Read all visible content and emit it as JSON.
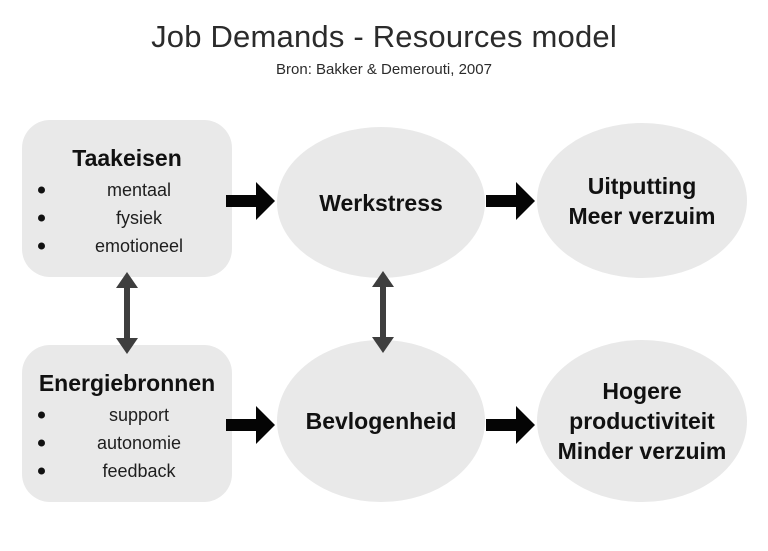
{
  "title": "Job Demands - Resources model",
  "subtitle": "Bron: Bakker & Demerouti, 2007",
  "colors": {
    "background": "#ffffff",
    "shape_fill": "#e9e9e9",
    "text": "#111111",
    "title_text": "#2b2b2b",
    "arrow_black": "#050505",
    "arrow_gray": "#3e3e3e"
  },
  "diagram": {
    "boxes": [
      {
        "heading": "Taakeisen",
        "items": [
          "mentaal",
          "fysiek",
          "emotioneel"
        ]
      },
      {
        "heading": "Energiebronnen",
        "items": [
          "support",
          "autonomie",
          "feedback"
        ]
      }
    ],
    "ellipses": [
      {
        "lines": [
          "Werkstress"
        ]
      },
      {
        "lines": [
          "Uitputting",
          "Meer verzuim"
        ]
      },
      {
        "lines": [
          "Bevlogenheid"
        ]
      },
      {
        "lines": [
          "Hogere",
          "productiviteit",
          "Minder verzuim"
        ]
      }
    ],
    "connections": [
      {
        "from": "Taakeisen",
        "to": "Werkstress",
        "type": "arrow-right"
      },
      {
        "from": "Werkstress",
        "to": "Uitputting / Meer verzuim",
        "type": "arrow-right"
      },
      {
        "from": "Energiebronnen",
        "to": "Bevlogenheid",
        "type": "arrow-right"
      },
      {
        "from": "Bevlogenheid",
        "to": "Hogere productiviteit / Minder verzuim",
        "type": "arrow-right"
      },
      {
        "from": "Taakeisen",
        "to": "Energiebronnen",
        "type": "double-arrow-vertical"
      },
      {
        "from": "Werkstress",
        "to": "Bevlogenheid",
        "type": "double-arrow-vertical"
      }
    ]
  }
}
